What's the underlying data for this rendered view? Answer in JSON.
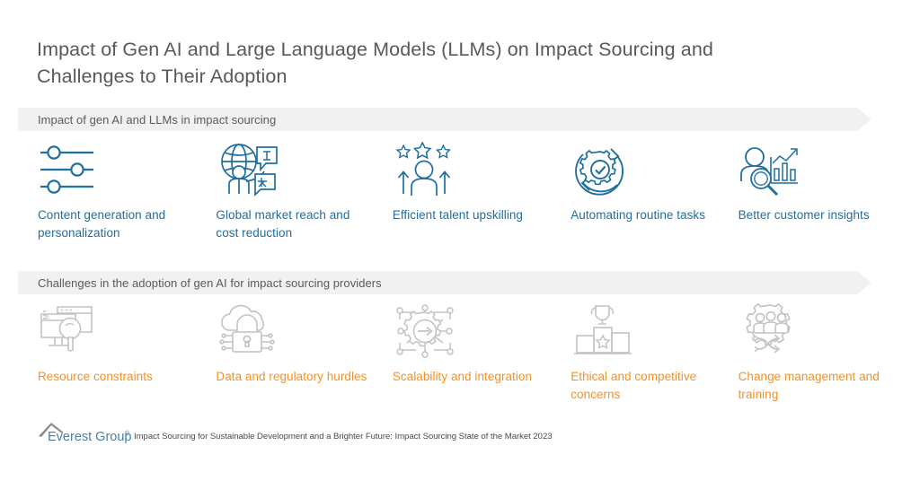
{
  "title": "Impact of Gen AI and Large Language Models (LLMs) on Impact Sourcing and Challenges to Their Adoption",
  "colors": {
    "benefit_accent": "#1f6fa0",
    "challenge_accent": "#f7901e",
    "banner_background": "#f1f1f1",
    "title_text": "#595959",
    "challenge_icon_stroke": "#bfbfbf",
    "logo_text": "#4a7fa5"
  },
  "sections": [
    {
      "id": "benefits",
      "banner_label": "Impact of gen AI and LLMs in impact sourcing",
      "items": [
        {
          "label": "Content generation and personalization",
          "icon": "sliders-icon"
        },
        {
          "label": "Global market reach and cost reduction",
          "icon": "globe-translation-icon"
        },
        {
          "label": "Efficient talent upskilling",
          "icon": "person-stars-arrows-icon"
        },
        {
          "label": "Automating routine tasks",
          "icon": "gear-check-refresh-icon"
        },
        {
          "label": "Better customer insights",
          "icon": "person-chart-magnifier-icon"
        }
      ]
    },
    {
      "id": "challenges",
      "banner_label": "Challenges in the adoption of gen AI for impact sourcing providers",
      "items": [
        {
          "label": "Resource constraints",
          "icon": "monitor-magnifier-icon"
        },
        {
          "label": "Data and regulatory hurdles",
          "icon": "cloud-lock-icon"
        },
        {
          "label": "Scalability and integration",
          "icon": "gear-network-arrow-icon"
        },
        {
          "label": "Ethical and competitive concerns",
          "icon": "podium-trophy-icon"
        },
        {
          "label": "Change management and training",
          "icon": "gear-people-shuffle-icon"
        }
      ]
    }
  ],
  "footer": {
    "logo_text": "Everest Group",
    "logo_mark": "mountain-caret-icon",
    "registered_mark": "®",
    "source": "Impact Sourcing for Sustainable Development and a Brighter Future: Impact Sourcing State of the Market 2023"
  }
}
